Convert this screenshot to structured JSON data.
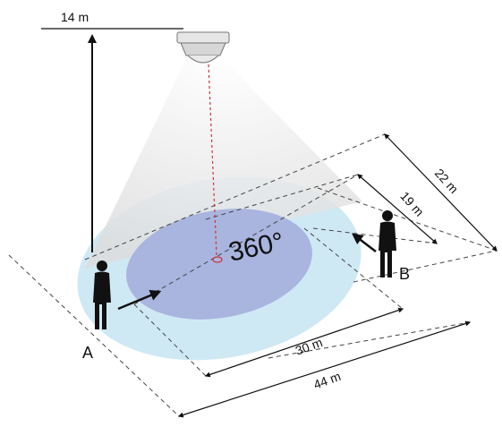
{
  "labels": {
    "height": "14 m",
    "angle": "360°",
    "inner_depth": "19 m",
    "outer_depth": "22 m",
    "inner_width": "30 m",
    "outer_width": "44 m",
    "person_a": "A",
    "person_b": "B"
  },
  "colors": {
    "outer_zone": "#cfe9f4",
    "inner_zone": "#a9b5df",
    "cone": "#e6e6e6",
    "line": "#111111",
    "dashed": "#444444",
    "center_marker": "#cc3333"
  },
  "icons": {
    "sensor": "ceiling-sensor-icon",
    "person": "person-icon",
    "arrow": "arrow-icon"
  }
}
